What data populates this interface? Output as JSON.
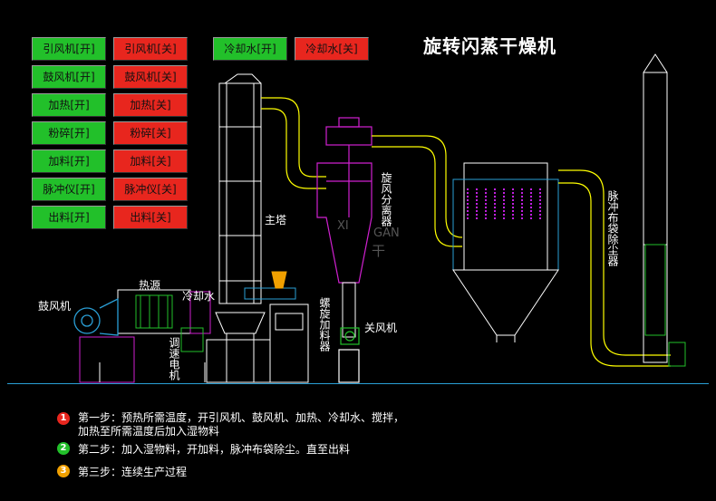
{
  "title": "旋转闪蒸干燥机",
  "controls": [
    {
      "on": "引风机[开]",
      "off": "引风机[关]"
    },
    {
      "on": "鼓风机[开]",
      "off": "鼓风机[关]"
    },
    {
      "on": "加热[开]",
      "off": "加热[关]"
    },
    {
      "on": "粉碎[开]",
      "off": "粉碎[关]"
    },
    {
      "on": "加料[开]",
      "off": "加料[关]"
    },
    {
      "on": "脉冲仪[开]",
      "off": "脉冲仪[关]"
    },
    {
      "on": "出料[开]",
      "off": "出料[关]"
    }
  ],
  "cooling": {
    "on": "冷却水[开]",
    "off": "冷却水[关]"
  },
  "labels": {
    "main_tower": "主塔",
    "blower": "鼓风机",
    "heat_source": "热源",
    "cooling_water": "冷却水",
    "speed_motor": "调速电机",
    "screw_feeder": "螺旋加料器",
    "air_lock": "关风机",
    "cyclone": "旋风分离器",
    "bag_filter": "脉冲布袋除尘器"
  },
  "watermark": {
    "top": "XI",
    "mid": "GAN",
    "cn": "干"
  },
  "steps": [
    {
      "num": "1",
      "color": "#e8261e",
      "line1": "第一步：预热所需温度，开引风机、鼓风机、加热、冷却水、搅拌，",
      "line2": "加热至所需温度后加入湿物料"
    },
    {
      "num": "2",
      "color": "#22c02a",
      "line1": "第二步：加入湿物料，开加料，脉冲布袋除尘。直至出料",
      "line2": ""
    },
    {
      "num": "3",
      "color": "#f0a000",
      "line1": "第三步：连续生产过程",
      "line2": ""
    }
  ]
}
